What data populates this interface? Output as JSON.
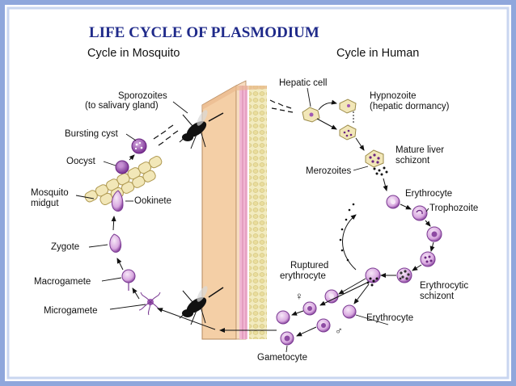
{
  "title": "LIFE CYCLE OF PLASMODIUM",
  "headers": {
    "mosquito": "Cycle in Mosquito",
    "human": "Cycle in Human"
  },
  "labels": {
    "sporozoites_line1": "Sporozoites",
    "sporozoites_line2": "(to salivary gland)",
    "bursting_cyst": "Bursting cyst",
    "oocyst": "Oocyst",
    "mosquito_midgut_line1": "Mosquito",
    "mosquito_midgut_line2": "midgut",
    "ookinete": "Ookinete",
    "zygote": "Zygote",
    "macrogamete": "Macrogamete",
    "microgamete": "Microgamete",
    "hepatic_cell": "Hepatic cell",
    "hypnozoite_line1": "Hypnozoite",
    "hypnozoite_line2": "(hepatic dormancy)",
    "mature_liver_line1": "Mature liver",
    "mature_liver_line2": "schizont",
    "merozoites": "Merozoites",
    "erythrocyte_top": "Erythrocyte",
    "trophozoite": "Trophozoite",
    "ruptured_line1": "Ruptured",
    "ruptured_line2": "erythrocyte",
    "schizont_line1": "Erythrocytic",
    "schizont_line2": "schizont",
    "erythrocyte_bottom": "Erythrocyte",
    "gametocyte": "Gametocyte",
    "female_symbol": "♀",
    "male_symbol": "♂"
  },
  "colors": {
    "title": "#1f2a8a",
    "frame": "#8fa7dc",
    "parasite": "#a05ab4",
    "parasite_light": "#d7a8df",
    "skin": "#f4cfa6",
    "pink_layer": "#f0b6d2",
    "tissue": "#efe6b0",
    "liver_cell": "#f2e7b8"
  }
}
